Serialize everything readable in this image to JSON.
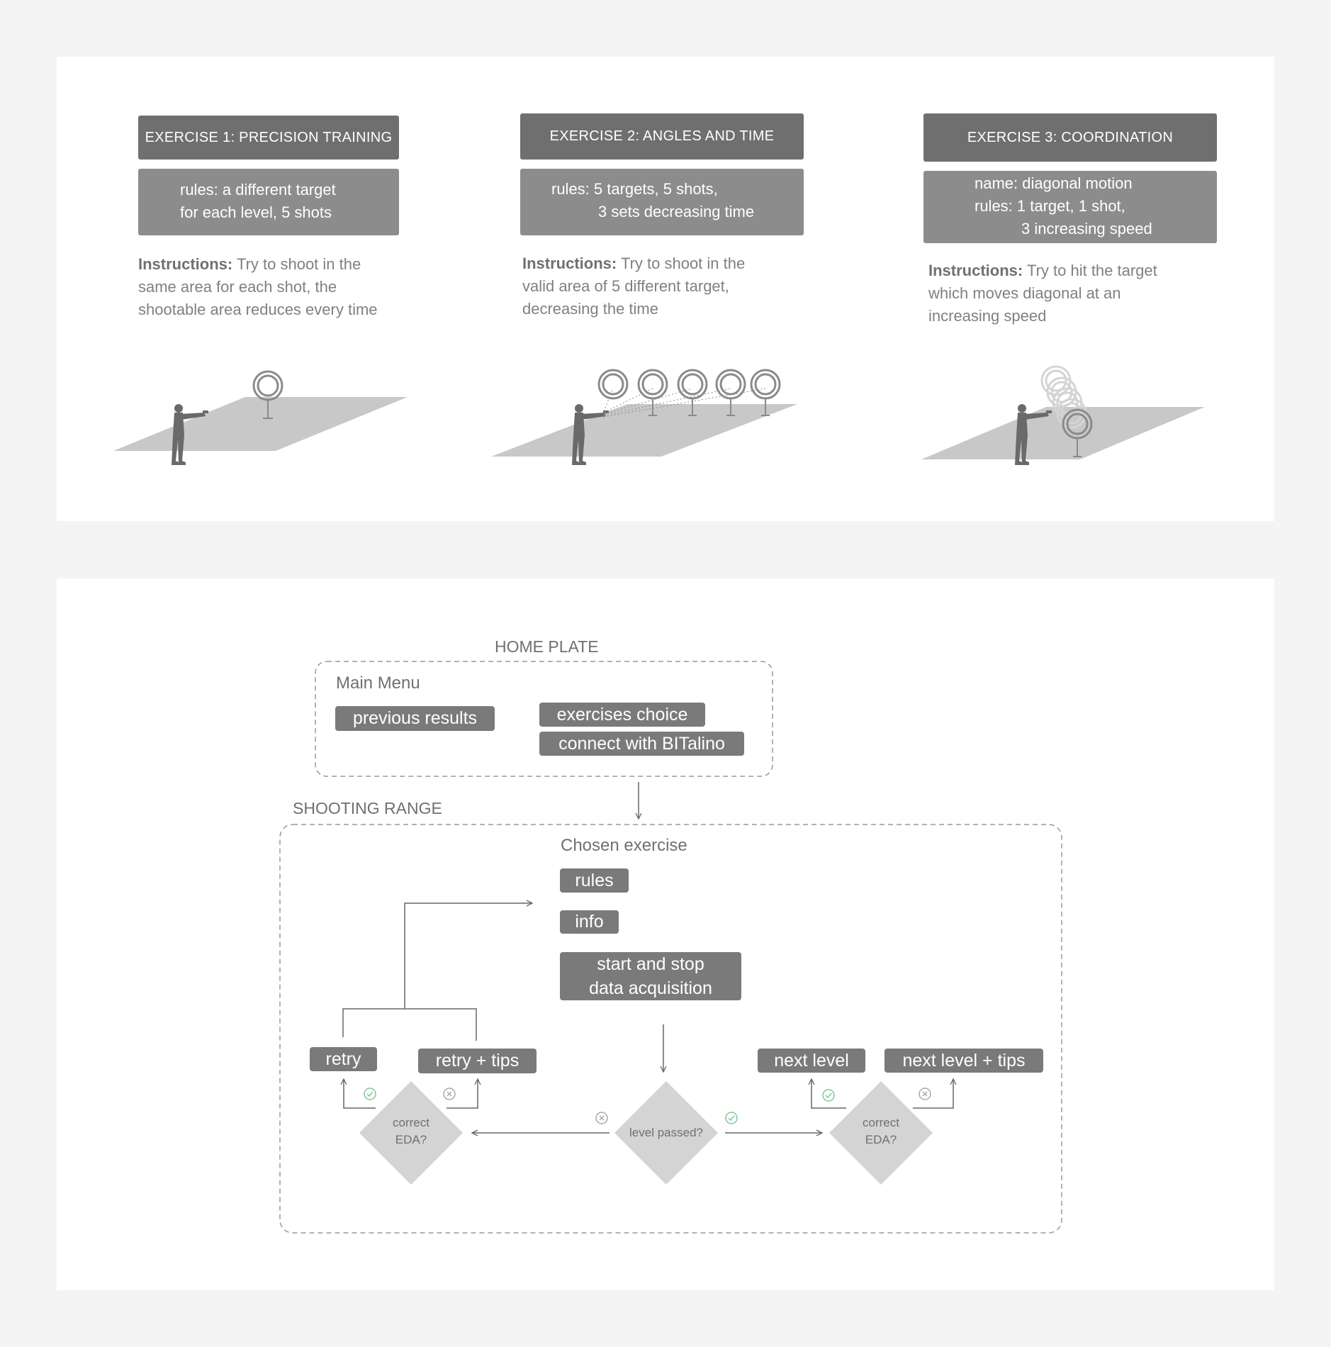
{
  "exercises": [
    {
      "title": "EXERCISE 1: PRECISION TRAINING",
      "rules": [
        "rules: a different target",
        "for each level, 5 shots"
      ],
      "instructions_label": "Instructions:",
      "instructions": [
        "Try to shoot in the",
        "same area for each shot, the",
        "shootable area reduces every time"
      ]
    },
    {
      "title": "EXERCISE 2: ANGLES AND TIME",
      "rules": [
        "rules: 5 targets, 5 shots,",
        "3 sets decreasing time"
      ],
      "instructions_label": "Instructions:",
      "instructions": [
        "Try to shoot in the",
        "valid area of 5 different target,",
        "decreasing the time"
      ]
    },
    {
      "title": "EXERCISE 3: COORDINATION",
      "rules": [
        "name: diagonal motion",
        "rules: 1 target, 1 shot,",
        "3 increasing speed"
      ],
      "instructions_label": "Instructions:",
      "instructions": [
        "Try to hit the target",
        "which moves diagonal at an",
        "increasing speed"
      ]
    }
  ],
  "flow": {
    "home_plate_label": "HOME PLATE",
    "main_menu_label": "Main Menu",
    "previous_results": "previous results",
    "exercises_choice": "exercises choice",
    "connect_bitalino": "connect with BITalino",
    "shooting_range_label": "SHOOTING RANGE",
    "chosen_exercise_label": "Chosen exercise",
    "rules": "rules",
    "info": "info",
    "start_stop": [
      "start and stop",
      "data acquisition"
    ],
    "retry": "retry",
    "retry_tips": "retry + tips",
    "next_level": "next level",
    "next_level_tips": "next level + tips",
    "level_passed": "level passed?",
    "correct_eda": [
      "correct",
      "EDA?"
    ],
    "yes_color": "#7fc79a",
    "no_color": "#a8a8a8"
  }
}
